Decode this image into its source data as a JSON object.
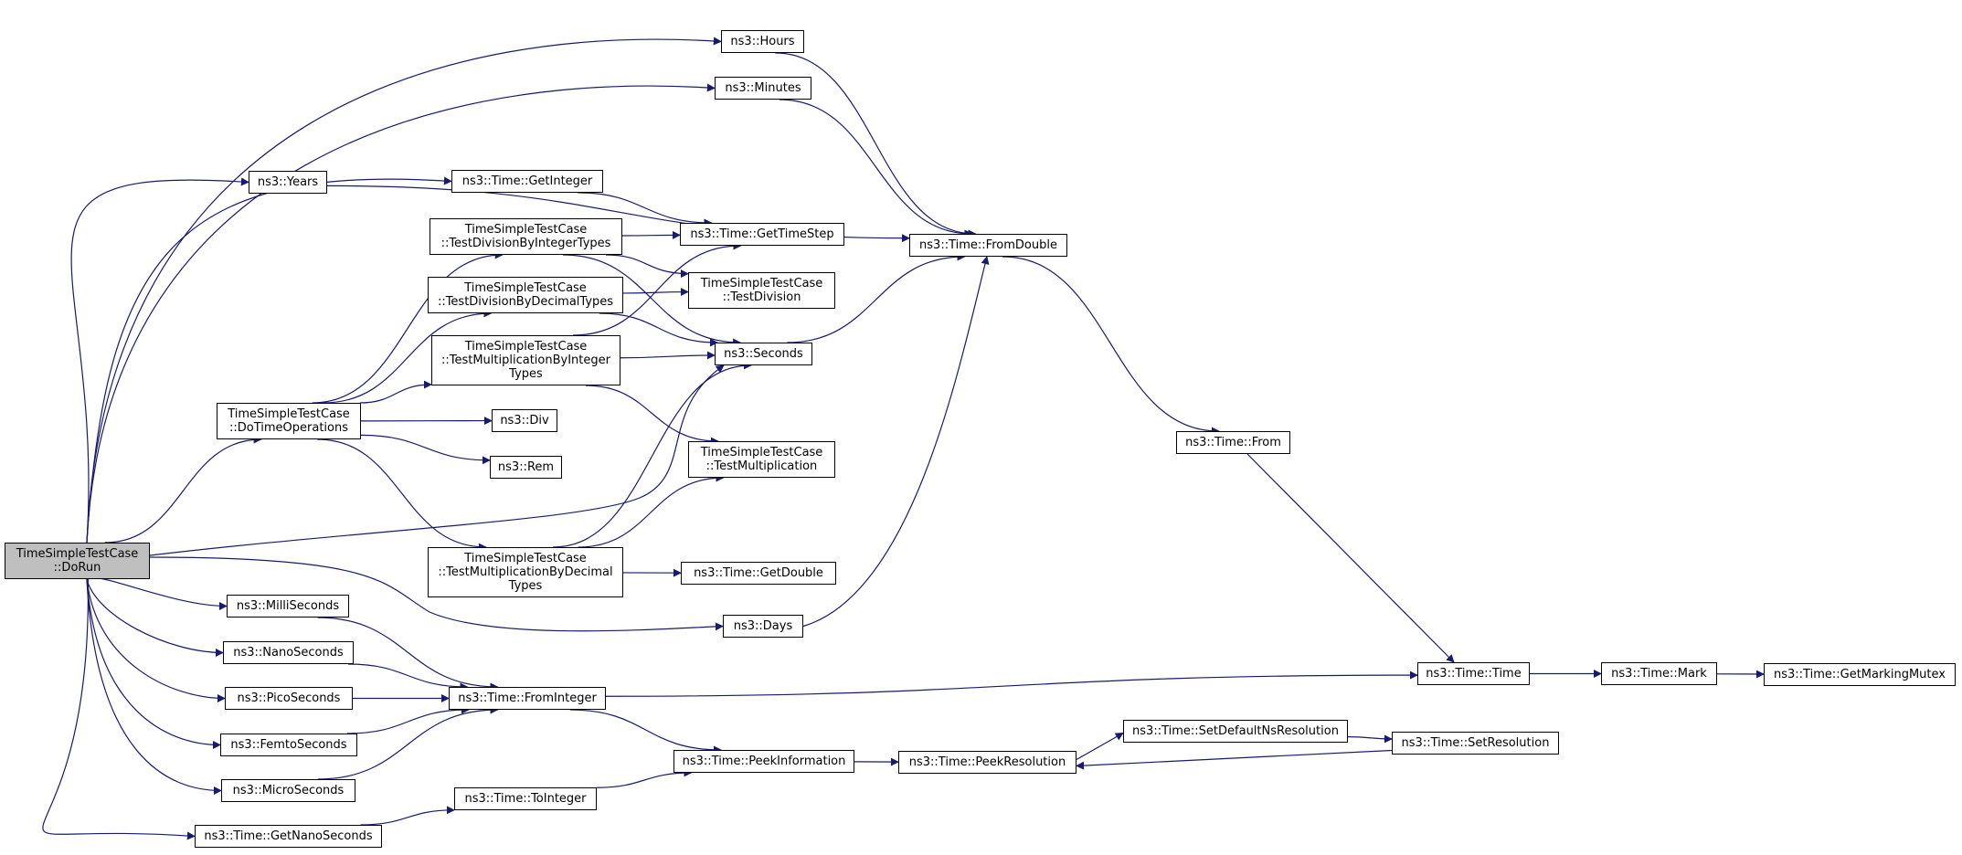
{
  "colors": {
    "edge": "#191970",
    "node_border": "#000000",
    "root_fill": "#bfbfbf",
    "node_fill": "#ffffff"
  },
  "nodes": [
    {
      "id": "dorun",
      "lines": [
        "TimeSimpleTestCase",
        "::DoRun"
      ],
      "root": true
    },
    {
      "id": "hours",
      "lines": [
        "ns3::Hours"
      ]
    },
    {
      "id": "minutes",
      "lines": [
        "ns3::Minutes"
      ]
    },
    {
      "id": "years",
      "lines": [
        "ns3::Years"
      ]
    },
    {
      "id": "getinteger",
      "lines": [
        "ns3::Time::GetInteger"
      ]
    },
    {
      "id": "tdivint",
      "lines": [
        "TimeSimpleTestCase",
        "::TestDivisionByIntegerTypes"
      ]
    },
    {
      "id": "gettimestep",
      "lines": [
        "ns3::Time::GetTimeStep"
      ]
    },
    {
      "id": "fromdouble",
      "lines": [
        "ns3::Time::FromDouble"
      ]
    },
    {
      "id": "tdivdec",
      "lines": [
        "TimeSimpleTestCase",
        "::TestDivisionByDecimalTypes"
      ]
    },
    {
      "id": "tdiv",
      "lines": [
        "TimeSimpleTestCase",
        "::TestDivision"
      ]
    },
    {
      "id": "tmulint",
      "lines": [
        "TimeSimpleTestCase",
        "::TestMultiplicationByInteger",
        "Types"
      ]
    },
    {
      "id": "seconds",
      "lines": [
        "ns3::Seconds"
      ]
    },
    {
      "id": "dotimeops",
      "lines": [
        "TimeSimpleTestCase",
        "::DoTimeOperations"
      ]
    },
    {
      "id": "div",
      "lines": [
        "ns3::Div"
      ]
    },
    {
      "id": "from",
      "lines": [
        "ns3::Time::From"
      ]
    },
    {
      "id": "rem",
      "lines": [
        "ns3::Rem"
      ]
    },
    {
      "id": "tmul",
      "lines": [
        "TimeSimpleTestCase",
        "::TestMultiplication"
      ]
    },
    {
      "id": "tmuldec",
      "lines": [
        "TimeSimpleTestCase",
        "::TestMultiplicationByDecimal",
        "Types"
      ]
    },
    {
      "id": "getdouble",
      "lines": [
        "ns3::Time::GetDouble"
      ]
    },
    {
      "id": "milli",
      "lines": [
        "ns3::MilliSeconds"
      ]
    },
    {
      "id": "days",
      "lines": [
        "ns3::Days"
      ]
    },
    {
      "id": "nano",
      "lines": [
        "ns3::NanoSeconds"
      ]
    },
    {
      "id": "pico",
      "lines": [
        "ns3::PicoSeconds"
      ]
    },
    {
      "id": "frominteger",
      "lines": [
        "ns3::Time::FromInteger"
      ]
    },
    {
      "id": "time",
      "lines": [
        "ns3::Time::Time"
      ]
    },
    {
      "id": "mark",
      "lines": [
        "ns3::Time::Mark"
      ]
    },
    {
      "id": "mutex",
      "lines": [
        "ns3::Time::GetMarkingMutex"
      ]
    },
    {
      "id": "femto",
      "lines": [
        "ns3::FemtoSeconds"
      ]
    },
    {
      "id": "setdefault",
      "lines": [
        "ns3::Time::SetDefaultNsResolution"
      ]
    },
    {
      "id": "setres",
      "lines": [
        "ns3::Time::SetResolution"
      ]
    },
    {
      "id": "peekinfo",
      "lines": [
        "ns3::Time::PeekInformation"
      ]
    },
    {
      "id": "peekres",
      "lines": [
        "ns3::Time::PeekResolution"
      ]
    },
    {
      "id": "micro",
      "lines": [
        "ns3::MicroSeconds"
      ]
    },
    {
      "id": "tointeger",
      "lines": [
        "ns3::Time::ToInteger"
      ]
    },
    {
      "id": "getnano",
      "lines": [
        "ns3::Time::GetNanoSeconds"
      ]
    }
  ],
  "edges": [
    [
      "dorun",
      "hours"
    ],
    [
      "dorun",
      "minutes"
    ],
    [
      "dorun",
      "years"
    ],
    [
      "dorun",
      "getinteger"
    ],
    [
      "dorun",
      "dotimeops"
    ],
    [
      "dorun",
      "seconds"
    ],
    [
      "dorun",
      "days"
    ],
    [
      "dorun",
      "milli"
    ],
    [
      "dorun",
      "nano"
    ],
    [
      "dorun",
      "pico"
    ],
    [
      "dorun",
      "femto"
    ],
    [
      "dorun",
      "micro"
    ],
    [
      "dorun",
      "getnano"
    ],
    [
      "hours",
      "fromdouble"
    ],
    [
      "minutes",
      "fromdouble"
    ],
    [
      "years",
      "fromdouble"
    ],
    [
      "days",
      "fromdouble"
    ],
    [
      "getinteger",
      "gettimestep"
    ],
    [
      "tdivint",
      "gettimestep"
    ],
    [
      "tdivint",
      "tdiv"
    ],
    [
      "tdivint",
      "seconds"
    ],
    [
      "tdivdec",
      "tdiv"
    ],
    [
      "tdivdec",
      "seconds"
    ],
    [
      "tmulint",
      "gettimestep"
    ],
    [
      "tmulint",
      "seconds"
    ],
    [
      "tmulint",
      "tmul"
    ],
    [
      "tmuldec",
      "seconds"
    ],
    [
      "tmuldec",
      "tmul"
    ],
    [
      "tmuldec",
      "getdouble"
    ],
    [
      "dotimeops",
      "tdivint"
    ],
    [
      "dotimeops",
      "tdivdec"
    ],
    [
      "dotimeops",
      "tmulint"
    ],
    [
      "dotimeops",
      "div"
    ],
    [
      "dotimeops",
      "rem"
    ],
    [
      "dotimeops",
      "tmuldec"
    ],
    [
      "seconds",
      "fromdouble"
    ],
    [
      "fromdouble",
      "from"
    ],
    [
      "from",
      "time"
    ],
    [
      "milli",
      "frominteger"
    ],
    [
      "nano",
      "frominteger"
    ],
    [
      "pico",
      "frominteger"
    ],
    [
      "femto",
      "frominteger"
    ],
    [
      "micro",
      "frominteger"
    ],
    [
      "frominteger",
      "time"
    ],
    [
      "frominteger",
      "peekinfo"
    ],
    [
      "time",
      "mark"
    ],
    [
      "mark",
      "mutex"
    ],
    [
      "getnano",
      "tointeger"
    ],
    [
      "tointeger",
      "peekinfo"
    ],
    [
      "peekinfo",
      "peekres"
    ],
    [
      "peekres",
      "setdefault"
    ],
    [
      "setdefault",
      "setres"
    ],
    [
      "setres",
      "peekres"
    ]
  ]
}
